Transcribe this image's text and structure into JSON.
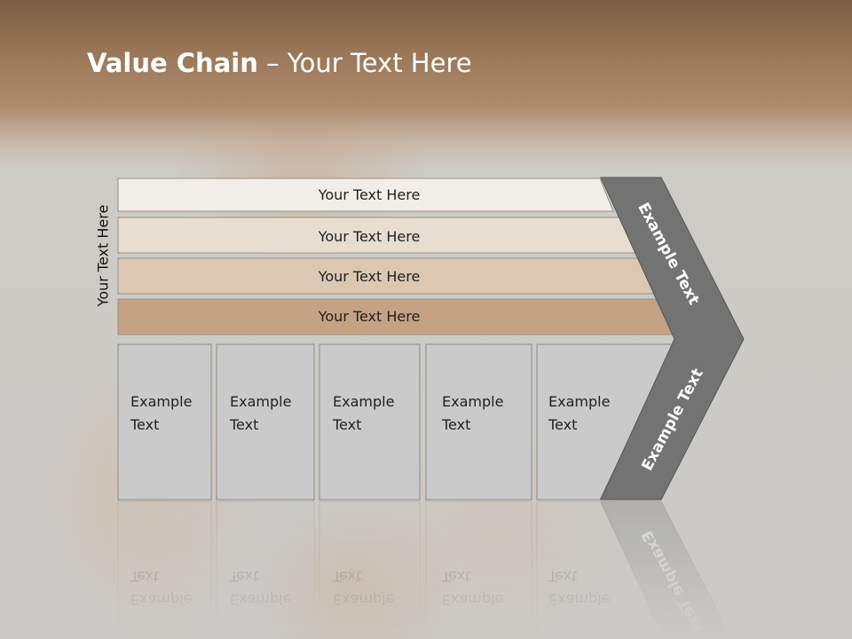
{
  "title": {
    "bold": "Value Chain",
    "rest": " – Your Text Here"
  },
  "side_label": "Your Text Here",
  "rows": [
    {
      "text": "Your Text Here",
      "fill": "#f1eee9"
    },
    {
      "text": "Your Text Here",
      "fill": "#e8ddd1"
    },
    {
      "text": "Your Text Here",
      "fill": "#dcc7b3"
    },
    {
      "text": "Your Text Here",
      "fill": "#c5a283"
    }
  ],
  "boxes": [
    {
      "line1": "Example",
      "line2": "Text"
    },
    {
      "line1": "Example",
      "line2": "Text"
    },
    {
      "line1": "Example",
      "line2": "Text"
    },
    {
      "line1": "Example",
      "line2": "Text"
    },
    {
      "line1": "Example",
      "line2": "Text"
    }
  ],
  "chevron": {
    "upper_text": "Example Text",
    "lower_text": "Example Text",
    "fill": "#737373"
  },
  "colors": {
    "box_fill": "#cacaca",
    "box_stroke": "#8a8a8a"
  }
}
